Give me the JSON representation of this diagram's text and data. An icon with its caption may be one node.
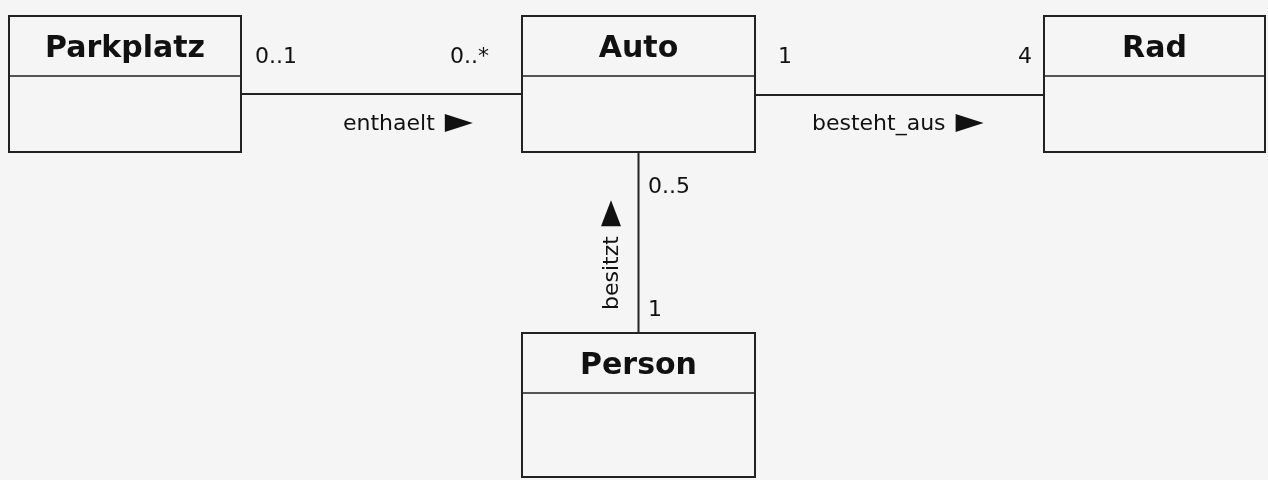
{
  "diagram": {
    "nodes": [
      {
        "text": [
          "Parkplatz"
        ]
      },
      {
        "text": [
          "Auto"
        ]
      },
      {
        "text": [
          "Rad"
        ]
      },
      {
        "text": [
          "Person"
        ]
      }
    ],
    "edges": [
      {
        "from": 0,
        "to": 1,
        "arrow": "other",
        "label": "enthaelt"
      },
      {
        "from": 1,
        "to": 2,
        "arrow": "other",
        "label": "besteht_aus"
      },
      {
        "from": 3,
        "to": 1,
        "arrow": "none",
        "label": "besitzt"
      }
    ],
    "labels": [
      "0..1",
      "0..*",
      "1",
      "4",
      "0..5",
      "1"
    ]
  }
}
